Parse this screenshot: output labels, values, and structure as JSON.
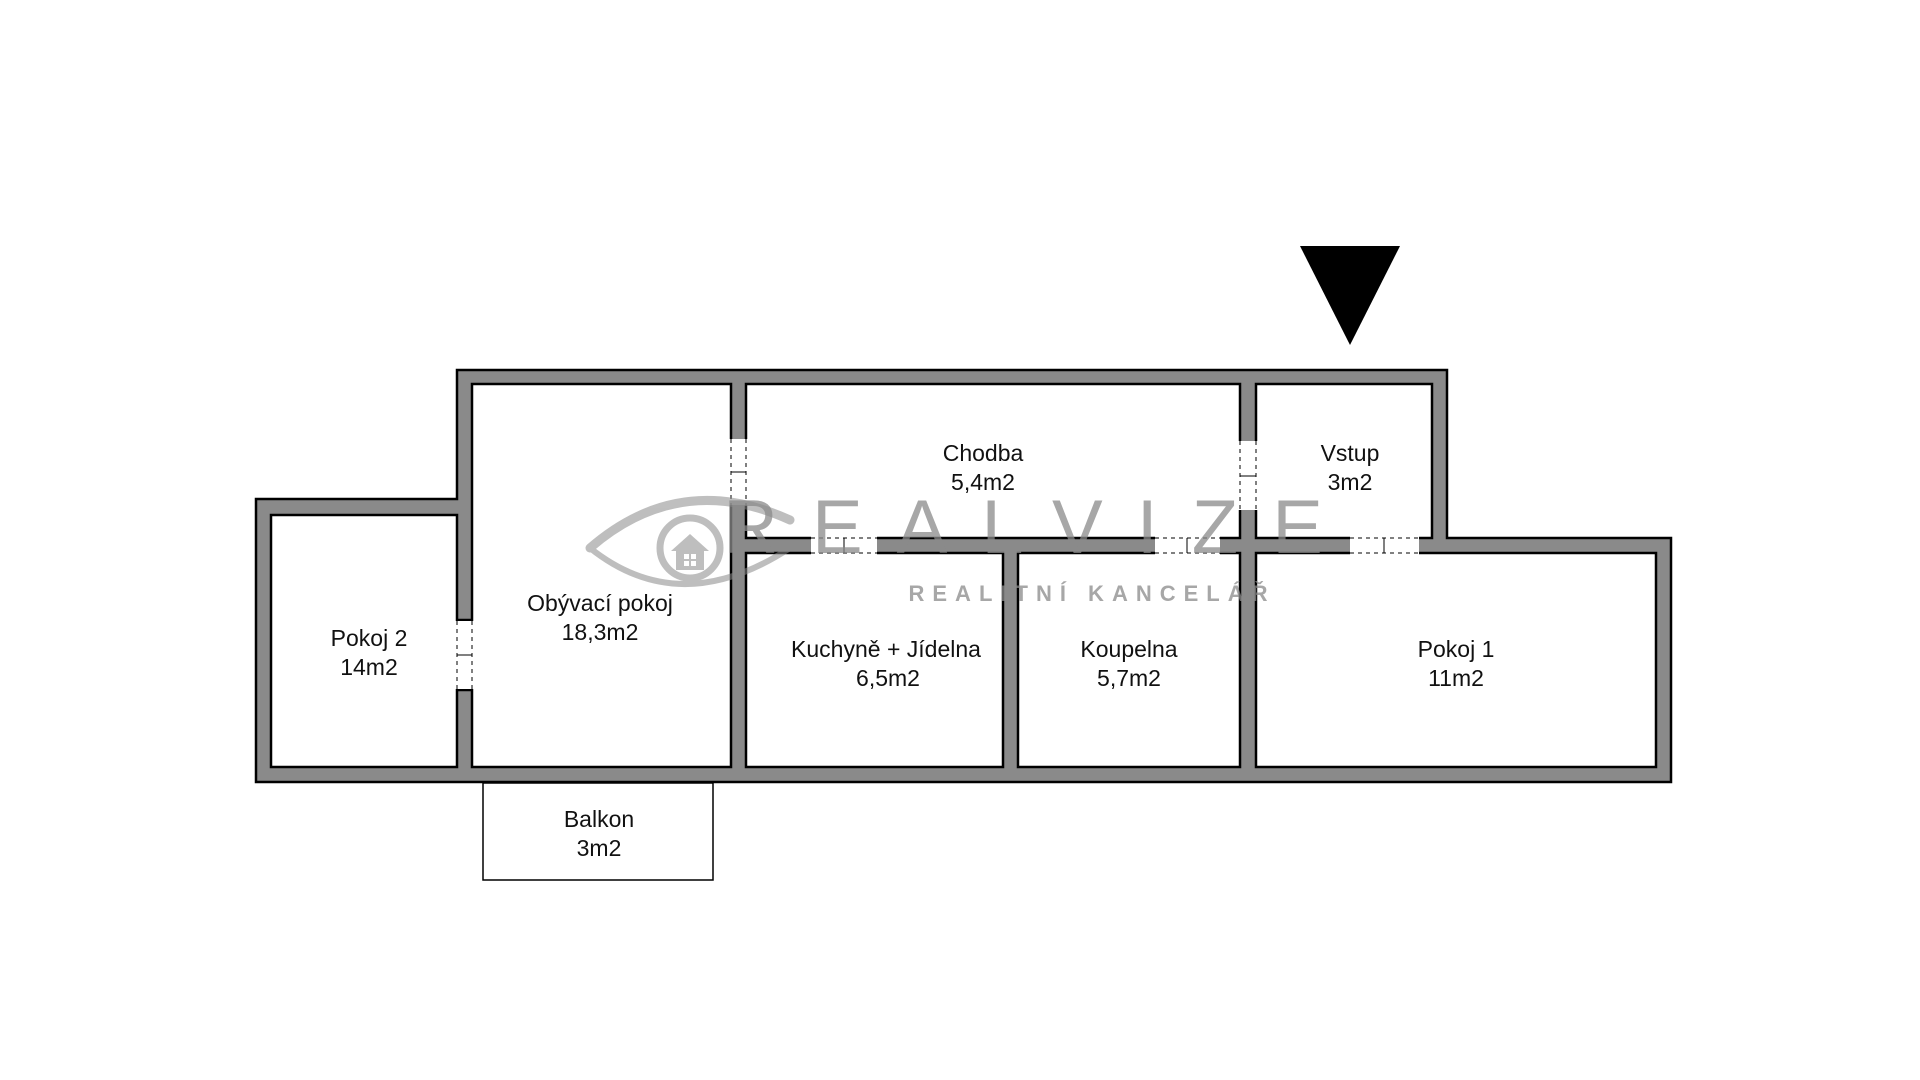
{
  "rooms": [
    {
      "id": "pokoj-2",
      "name": "Pokoj 2",
      "area": "14m2"
    },
    {
      "id": "obyvaci-pokoj",
      "name": "Obývací pokoj",
      "area": "18,3m2"
    },
    {
      "id": "chodba",
      "name": "Chodba",
      "area": "5,4m2"
    },
    {
      "id": "vstup",
      "name": "Vstup",
      "area": "3m2"
    },
    {
      "id": "kuchyne-jidelna",
      "name": "Kuchyně + Jídelna",
      "area": "6,5m2"
    },
    {
      "id": "koupelna",
      "name": "Koupelna",
      "area": "5,7m2"
    },
    {
      "id": "pokoj-1",
      "name": "Pokoj 1",
      "area": "11m2"
    },
    {
      "id": "balkon",
      "name": "Balkon",
      "area": "3m2"
    }
  ],
  "watermark": {
    "title": "REALVIZE",
    "subtitle": "REALITNÍ KANCELÁŘ"
  },
  "colors": {
    "wall_fill": "#8a8a8a",
    "wall_outline": "#000000",
    "watermark": "#8a8a8a",
    "entrance_marker": "#000000"
  },
  "icons": {
    "entrance": "entrance-arrow-icon",
    "logo": "eye-house-logo-icon"
  }
}
